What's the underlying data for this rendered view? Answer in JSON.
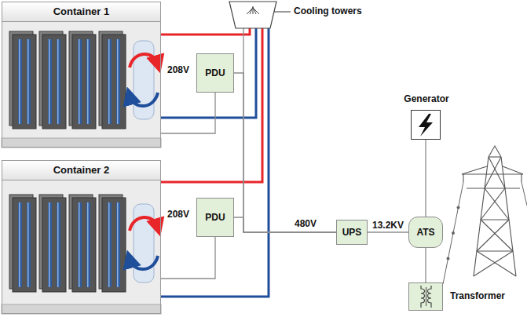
{
  "diagram": {
    "nodes": [
      {
        "text": [
          "Container 1"
        ]
      },
      {
        "text": [
          "Cooling towers"
        ]
      },
      {
        "text": [
          "PDU"
        ]
      },
      {
        "text": [
          "Generator"
        ]
      },
      {
        "text": [
          "Container 2"
        ]
      },
      {
        "text": [
          "PDU"
        ]
      },
      {
        "text": [
          "UPS"
        ]
      },
      {
        "text": [
          "ATS"
        ]
      },
      {
        "text": [
          "Transformer"
        ]
      }
    ],
    "edges": [
      {
        "from": 0,
        "to": 1,
        "arrow": "none"
      },
      {
        "from": 1,
        "to": 0,
        "arrow": "none"
      },
      {
        "from": 4,
        "to": 1,
        "arrow": "none"
      },
      {
        "from": 1,
        "to": 4,
        "arrow": "none"
      },
      {
        "from": 2,
        "to": 0,
        "arrow": "none"
      },
      {
        "from": 5,
        "to": 4,
        "arrow": "none"
      },
      {
        "from": 6,
        "to": 2,
        "arrow": "none"
      },
      {
        "from": 6,
        "to": 5,
        "arrow": "none"
      },
      {
        "from": 6,
        "to": 1,
        "arrow": "none"
      },
      {
        "from": 7,
        "to": 6,
        "label": "13.2KV",
        "arrow": "none"
      },
      {
        "from": 3,
        "to": 7,
        "arrow": "none"
      },
      {
        "from": 8,
        "to": 7,
        "arrow": "none"
      }
    ],
    "labels": [
      "208V",
      "208V",
      "480V"
    ]
  }
}
